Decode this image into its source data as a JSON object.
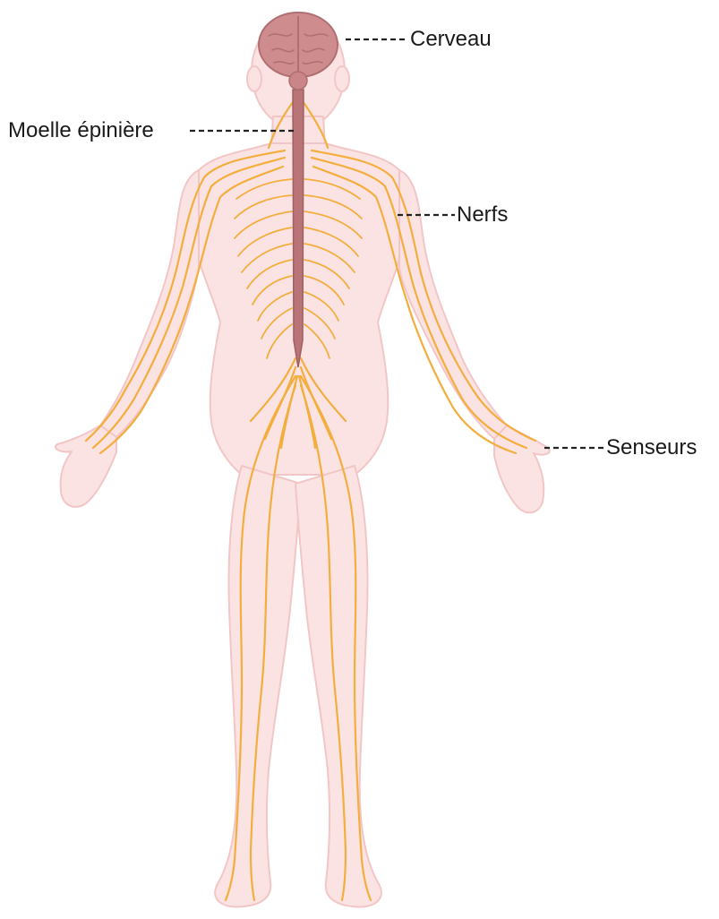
{
  "labels": {
    "brain": "Cerveau",
    "spinal_cord": "Moelle épinière",
    "nerves": "Nerfs",
    "sensors": "Senseurs"
  },
  "colors": {
    "skin": "#fbe3e3",
    "skin_outline": "#f2c6c6",
    "brain": "#cf8c8f",
    "spinal_cord": "#b97477",
    "nerves": "#f3ae3d",
    "leader_line": "#222222"
  }
}
